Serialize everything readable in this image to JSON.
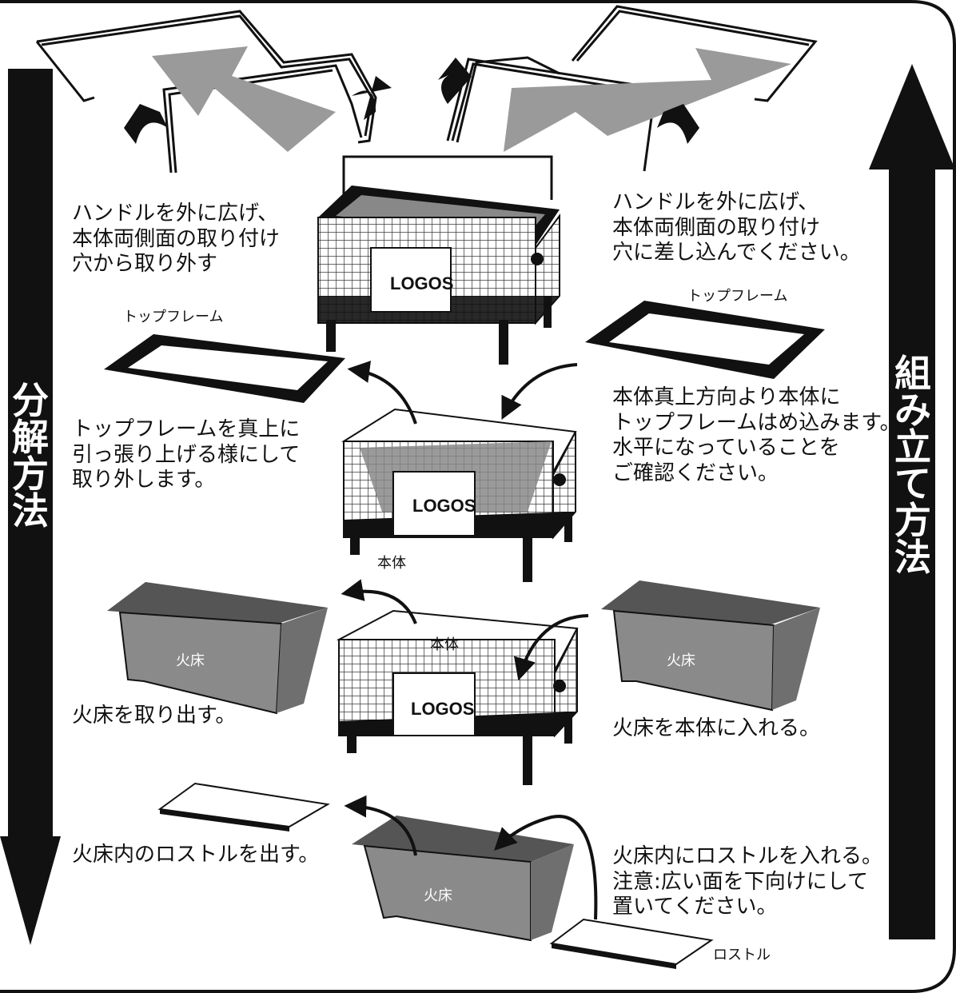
{
  "disassembly_title": "分解方法",
  "assembly_title": "組み立て方法",
  "steps_left": {
    "handle_remove": "ハンドルを外に広げ、\n本体両側面の取り付け\n穴から取り外す",
    "frame_remove": "トップフレームを真上に\n引っ張り上げる様にして\n取り外します。",
    "firebed_remove": "火床を取り出す。",
    "rostle_remove": "火床内のロストルを出す。"
  },
  "steps_right": {
    "handle_attach": "ハンドルを外に広げ、\n本体両側面の取り付け\n穴に差し込んでください。",
    "frame_attach": "本体真上方向より本体に\nトップフレームはめ込みます。\n水平になっていることを\nご確認ください。",
    "firebed_insert": "火床を本体に入れる。",
    "rostle_insert": "火床内にロストルを入れる。\n注意:広い面を下向けにして\n置いてください。"
  },
  "labels": {
    "top_frame_left": "トップフレーム",
    "top_frame_right": "トップフレーム",
    "body_1": "本体",
    "body_2": "本体",
    "firebed_left": "火床",
    "firebed_right": "火床",
    "firebed_bottom": "火床",
    "rostle": "ロストル",
    "brand": "LOGOS"
  }
}
